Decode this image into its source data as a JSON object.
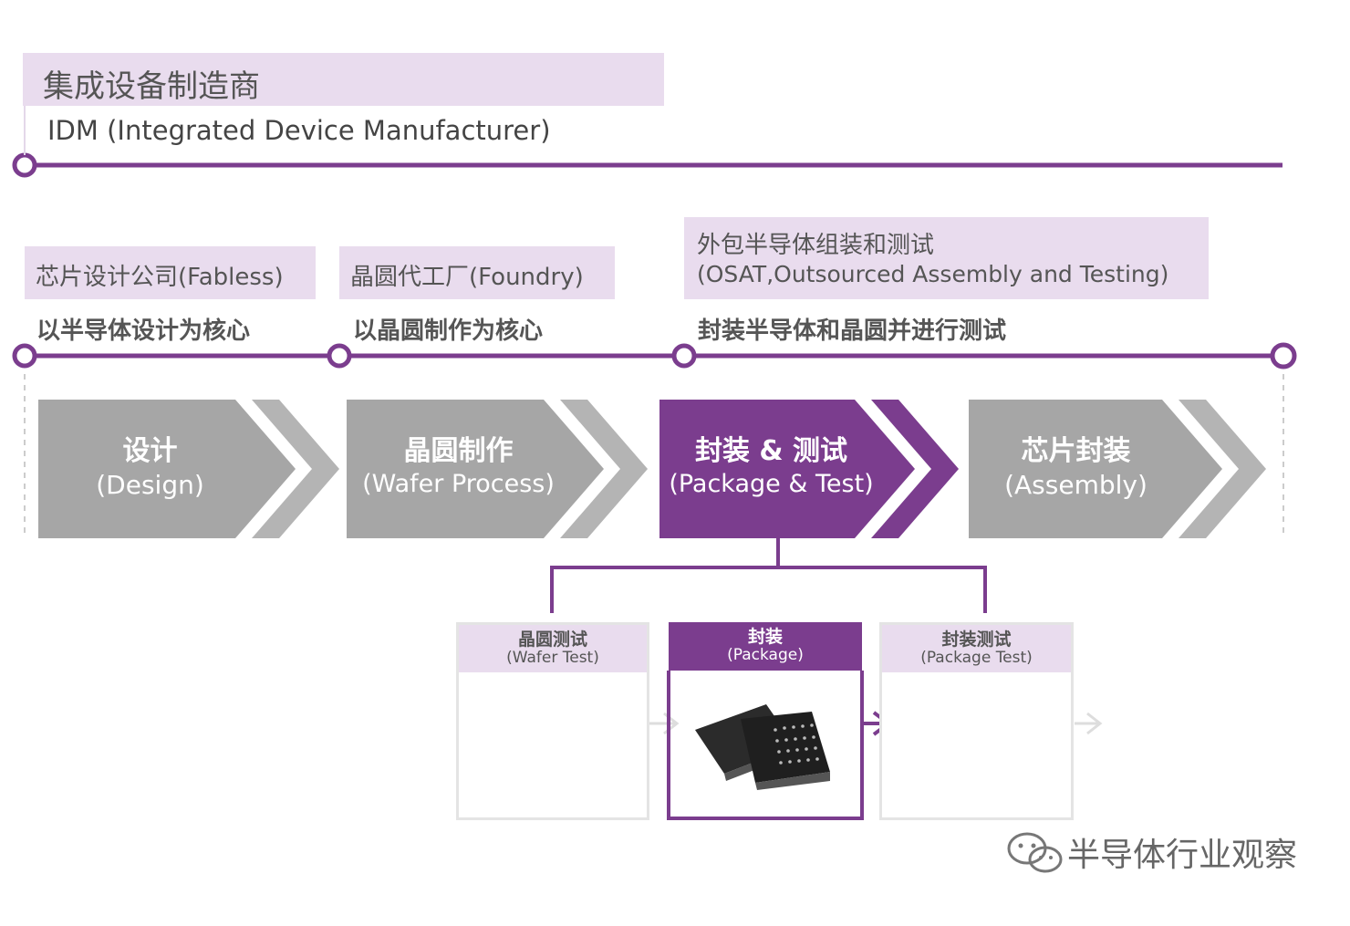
{
  "idm": {
    "title_cn": "集成设备制造商",
    "title_en": "IDM (Integrated Device Manufacturer)"
  },
  "segments": [
    {
      "id": "fabless",
      "title": "芯片设计公司(Fabless)",
      "desc": "以半导体设计为核心"
    },
    {
      "id": "foundry",
      "title": "晶圆代工厂(Foundry)",
      "desc": "以晶圆制作为核心"
    },
    {
      "id": "osat",
      "title_line1": "外包半导体组装和测试",
      "title_line2": "(OSAT,Outsourced Assembly and Testing)",
      "desc": "封装半导体和晶圆并进行测试"
    }
  ],
  "process_steps": [
    {
      "cn": "设计",
      "en": "(Design)",
      "active": false
    },
    {
      "cn": "晶圆制作",
      "en": "(Wafer Process)",
      "active": false
    },
    {
      "cn": "封装 & 测试",
      "en": "(Package & Test)",
      "active": true
    },
    {
      "cn": "芯片封装",
      "en": "(Assembly)",
      "active": false
    }
  ],
  "sub_steps": [
    {
      "cn": "晶圆测试",
      "en": "(Wafer Test)",
      "active": false
    },
    {
      "cn": "封装",
      "en": "(Package)",
      "active": true
    },
    {
      "cn": "封装测试",
      "en": "(Package Test)",
      "active": false
    }
  ],
  "colors": {
    "purple": "#7b3d8e",
    "light_purple": "#e9dcee",
    "gray": "#a6a6a6",
    "gray_chevron": "#b4b4b4"
  },
  "watermark": "半导体行业观察"
}
